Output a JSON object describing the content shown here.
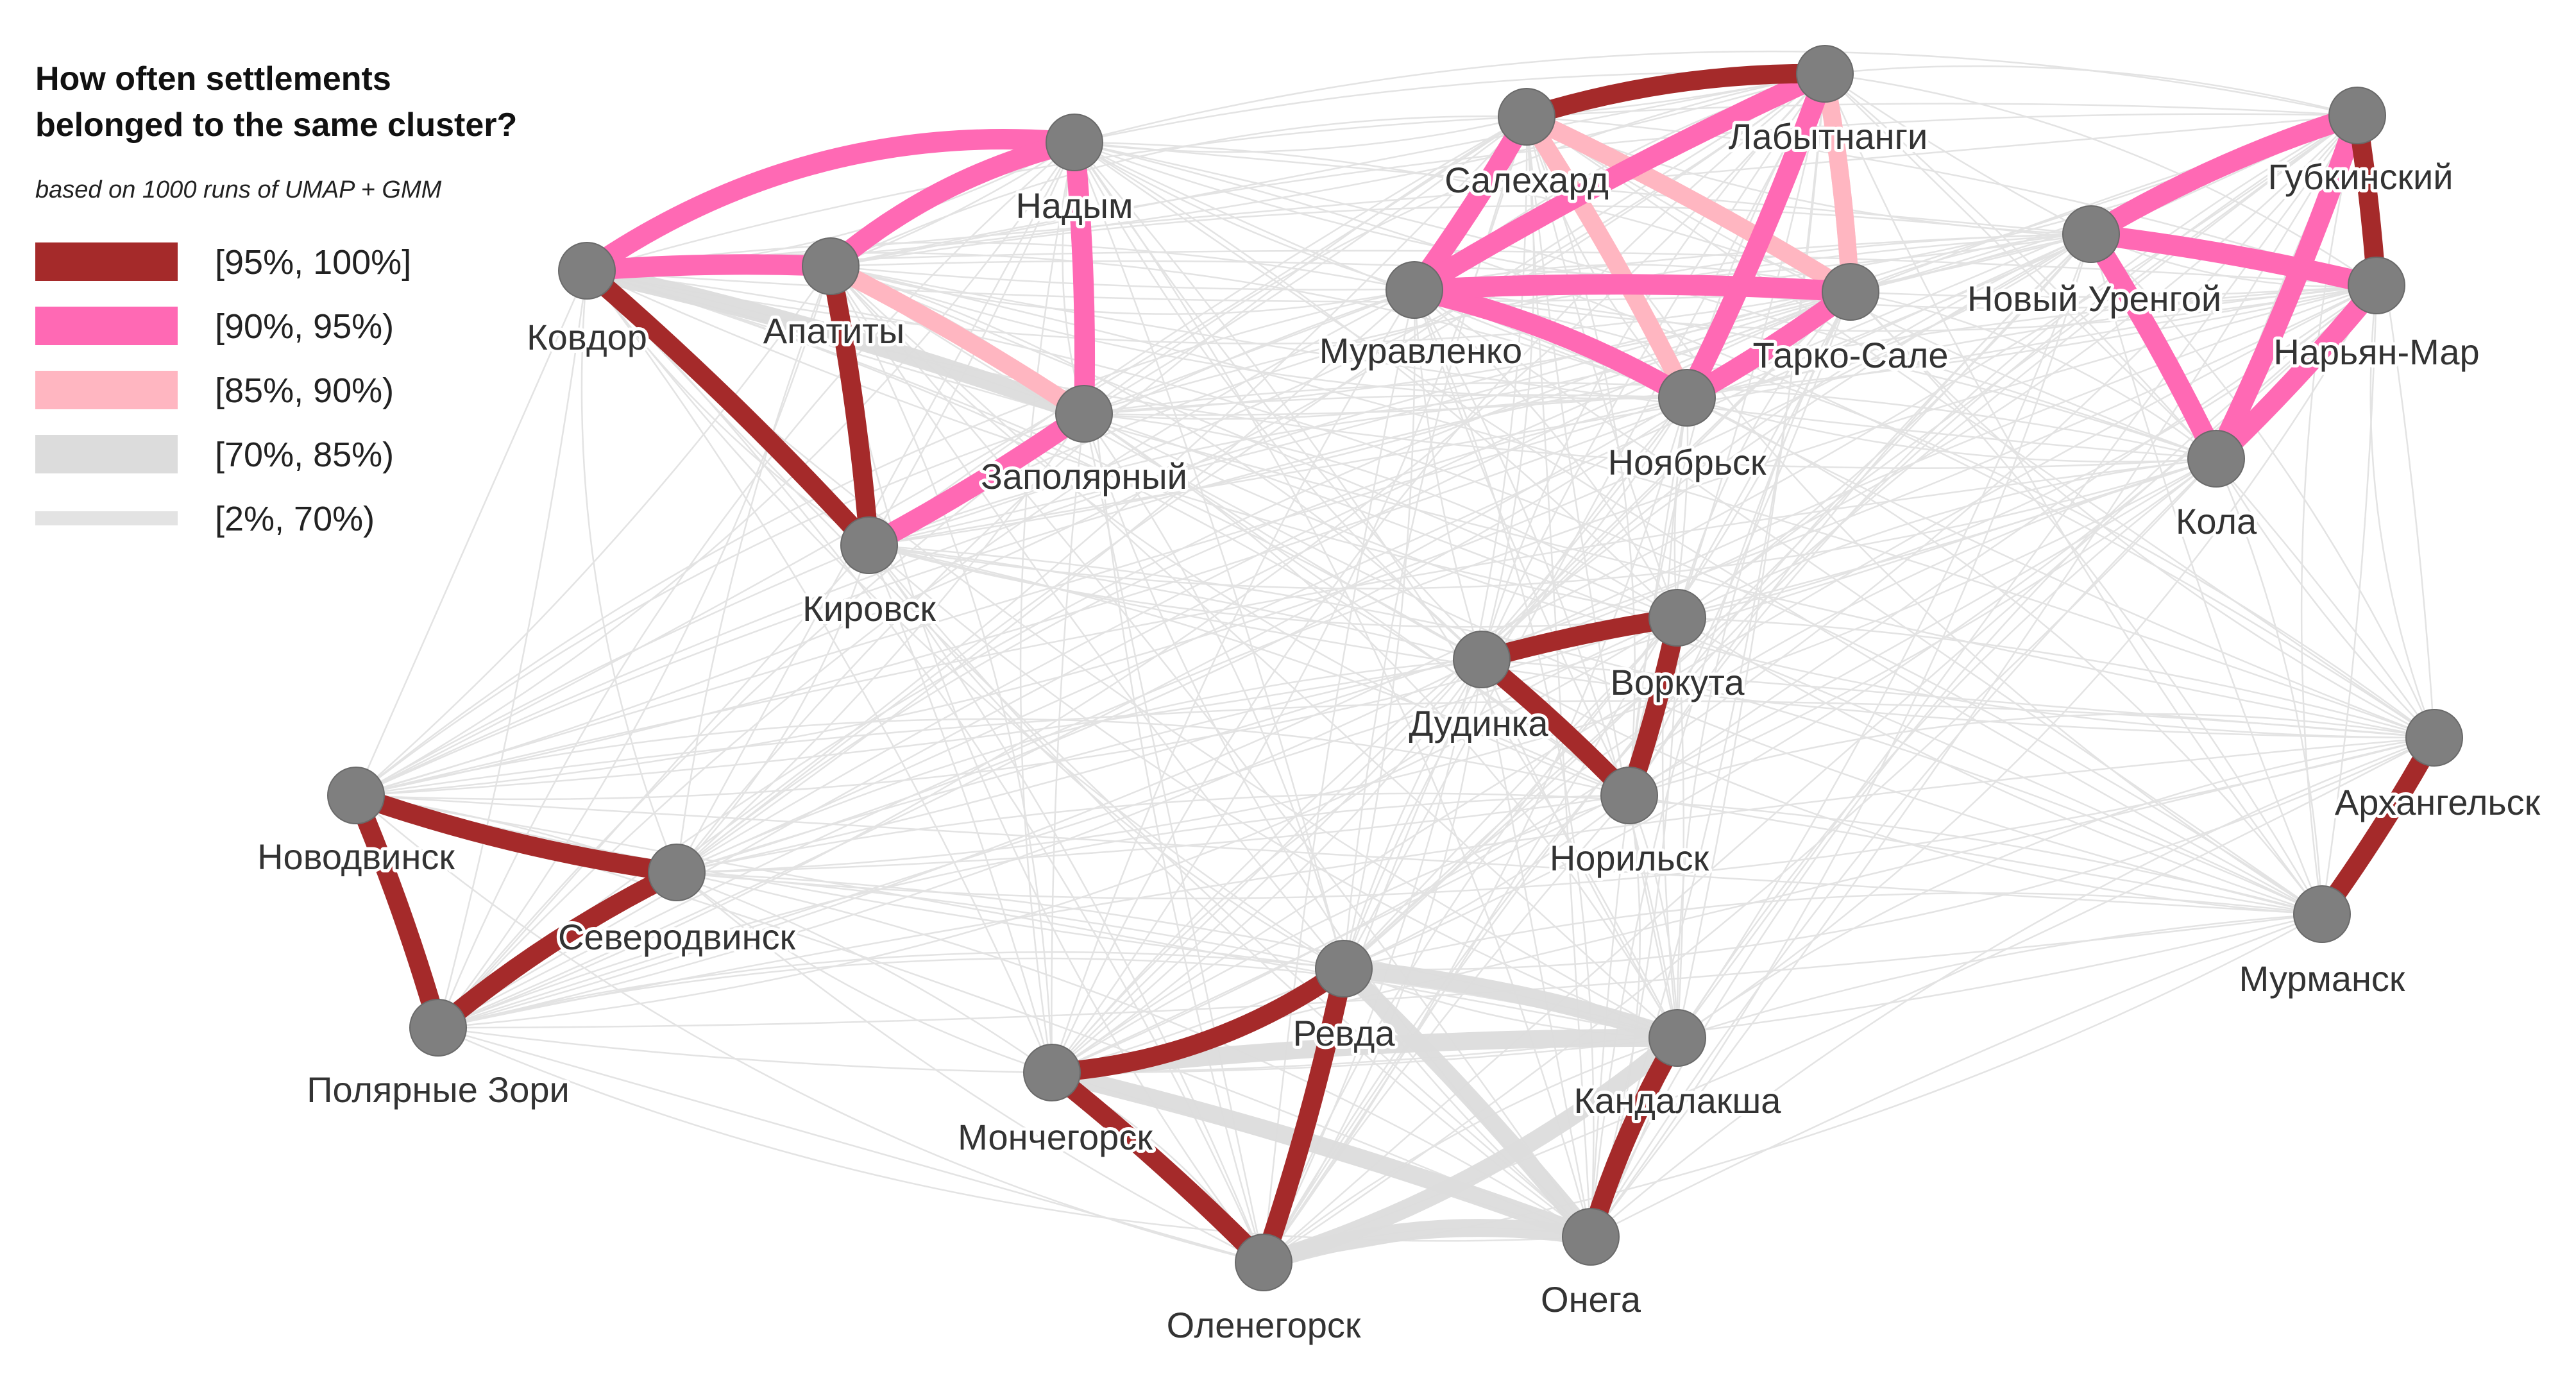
{
  "legend": {
    "title_line1": "How often settlements",
    "title_line2": "belonged to the same cluster?",
    "subtitle": "based on 1000 runs of UMAP + GMM",
    "bins": [
      {
        "label": "[95%, 100%]",
        "color": "#A52A2A"
      },
      {
        "label": "[90%, 95%)",
        "color": "#FF69B4"
      },
      {
        "label": "[85%, 90%)",
        "color": "#FFB6C1"
      },
      {
        "label": "[70%, 85%)",
        "color": "#DCDCDC"
      },
      {
        "label": "[2%, 70%)",
        "color": "#E3E3E3"
      }
    ]
  },
  "nodes": [
    {
      "id": "kovdor",
      "label": "Ковдор"
    },
    {
      "id": "apatity",
      "label": "Апатиты"
    },
    {
      "id": "nadym",
      "label": "Надым"
    },
    {
      "id": "zapolyarny",
      "label": "Заполярный"
    },
    {
      "id": "kirovsk",
      "label": "Кировск"
    },
    {
      "id": "salekhard",
      "label": "Салехард"
    },
    {
      "id": "labytnangi",
      "label": "Лабытнанги"
    },
    {
      "id": "muravlenko",
      "label": "Муравленко"
    },
    {
      "id": "tarko",
      "label": "Тарко-Сале"
    },
    {
      "id": "noyabrsk",
      "label": "Ноябрьск"
    },
    {
      "id": "gubkinsky",
      "label": "Губкинский"
    },
    {
      "id": "urengoy",
      "label": "Новый Уренгой"
    },
    {
      "id": "naryanmar",
      "label": "Нарьян-Мар"
    },
    {
      "id": "kola",
      "label": "Кола"
    },
    {
      "id": "dudinka",
      "label": "Дудинка"
    },
    {
      "id": "vorkuta",
      "label": "Воркута"
    },
    {
      "id": "norilsk",
      "label": "Норильск"
    },
    {
      "id": "arkhangelsk",
      "label": "Архангельск"
    },
    {
      "id": "murmansk",
      "label": "Мурманск"
    },
    {
      "id": "novodvinsk",
      "label": "Новодвинск"
    },
    {
      "id": "severodvinsk",
      "label": "Северодвинск"
    },
    {
      "id": "polyarnye",
      "label": "Полярные Зори"
    },
    {
      "id": "revda",
      "label": "Ревда"
    },
    {
      "id": "monchegorsk",
      "label": "Мончегорск"
    },
    {
      "id": "kandalaksha",
      "label": "Кандалакша"
    },
    {
      "id": "olenegorsk",
      "label": "Оленегорск"
    },
    {
      "id": "onega",
      "label": "Онега"
    }
  ],
  "edges": [
    {
      "a": "salekhard",
      "b": "labytnangi",
      "bin": 0
    },
    {
      "a": "gubkinsky",
      "b": "naryanmar",
      "bin": 0
    },
    {
      "a": "kovdor",
      "b": "kirovsk",
      "bin": 0
    },
    {
      "a": "apatity",
      "b": "kirovsk",
      "bin": 0
    },
    {
      "a": "dudinka",
      "b": "vorkuta",
      "bin": 0
    },
    {
      "a": "dudinka",
      "b": "norilsk",
      "bin": 0
    },
    {
      "a": "vorkuta",
      "b": "norilsk",
      "bin": 0
    },
    {
      "a": "arkhangelsk",
      "b": "murmansk",
      "bin": 0
    },
    {
      "a": "novodvinsk",
      "b": "severodvinsk",
      "bin": 0
    },
    {
      "a": "novodvinsk",
      "b": "polyarnye",
      "bin": 0
    },
    {
      "a": "severodvinsk",
      "b": "polyarnye",
      "bin": 0
    },
    {
      "a": "revda",
      "b": "monchegorsk",
      "bin": 0
    },
    {
      "a": "revda",
      "b": "olenegorsk",
      "bin": 0
    },
    {
      "a": "monchegorsk",
      "b": "olenegorsk",
      "bin": 0
    },
    {
      "a": "kandalaksha",
      "b": "onega",
      "bin": 0
    },
    {
      "a": "kovdor",
      "b": "nadym",
      "bin": 1
    },
    {
      "a": "kovdor",
      "b": "apatity",
      "bin": 1
    },
    {
      "a": "apatity",
      "b": "nadym",
      "bin": 1
    },
    {
      "a": "nadym",
      "b": "zapolyarny",
      "bin": 1
    },
    {
      "a": "zapolyarny",
      "b": "kirovsk",
      "bin": 1
    },
    {
      "a": "salekhard",
      "b": "muravlenko",
      "bin": 1
    },
    {
      "a": "muravlenko",
      "b": "noyabrsk",
      "bin": 1
    },
    {
      "a": "muravlenko",
      "b": "labytnangi",
      "bin": 1
    },
    {
      "a": "muravlenko",
      "b": "tarko",
      "bin": 1
    },
    {
      "a": "labytnangi",
      "b": "noyabrsk",
      "bin": 1
    },
    {
      "a": "tarko",
      "b": "noyabrsk",
      "bin": 1
    },
    {
      "a": "urengoy",
      "b": "gubkinsky",
      "bin": 1
    },
    {
      "a": "urengoy",
      "b": "naryanmar",
      "bin": 1
    },
    {
      "a": "urengoy",
      "b": "kola",
      "bin": 1
    },
    {
      "a": "gubkinsky",
      "b": "kola",
      "bin": 1
    },
    {
      "a": "naryanmar",
      "b": "kola",
      "bin": 1
    },
    {
      "a": "apatity",
      "b": "zapolyarny",
      "bin": 2
    },
    {
      "a": "salekhard",
      "b": "tarko",
      "bin": 2
    },
    {
      "a": "labytnangi",
      "b": "tarko",
      "bin": 2
    },
    {
      "a": "salekhard",
      "b": "noyabrsk",
      "bin": 2
    },
    {
      "a": "kovdor",
      "b": "zapolyarny",
      "bin": 3
    },
    {
      "a": "zapolyarny",
      "b": "kirovsk",
      "bin": 3
    },
    {
      "a": "salekhard",
      "b": "tarko",
      "bin": 3
    },
    {
      "a": "labytnangi",
      "b": "tarko",
      "bin": 3
    },
    {
      "a": "revda",
      "b": "kandalaksha",
      "bin": 3
    },
    {
      "a": "revda",
      "b": "onega",
      "bin": 3
    },
    {
      "a": "monchegorsk",
      "b": "kandalaksha",
      "bin": 3
    },
    {
      "a": "monchegorsk",
      "b": "onega",
      "bin": 3
    },
    {
      "a": "olenegorsk",
      "b": "onega",
      "bin": 3
    },
    {
      "a": "olenegorsk",
      "b": "kandalaksha",
      "bin": 3
    }
  ]
}
